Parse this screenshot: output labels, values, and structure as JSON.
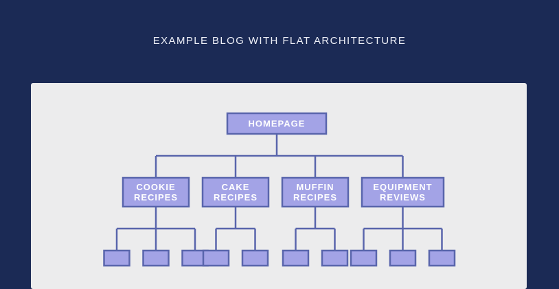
{
  "title": "EXAMPLE BLOG WITH FLAT ARCHITECTURE",
  "diagram": {
    "root": {
      "label_lines": [
        "HOMEPAGE"
      ]
    },
    "categories": [
      {
        "label_lines": [
          "COOKIE",
          "RECIPES"
        ],
        "children": 3
      },
      {
        "label_lines": [
          "CAKE",
          "RECIPES"
        ],
        "children": 2
      },
      {
        "label_lines": [
          "MUFFIN",
          "RECIPES"
        ],
        "children": 2
      },
      {
        "label_lines": [
          "EQUIPMENT",
          "REVIEWS"
        ],
        "children": 3
      }
    ]
  },
  "colors": {
    "background": "#1b2a55",
    "panel": "#ececed",
    "node_fill": "#a3a3e6",
    "node_stroke": "#5965ac",
    "text": "#ffffff"
  }
}
